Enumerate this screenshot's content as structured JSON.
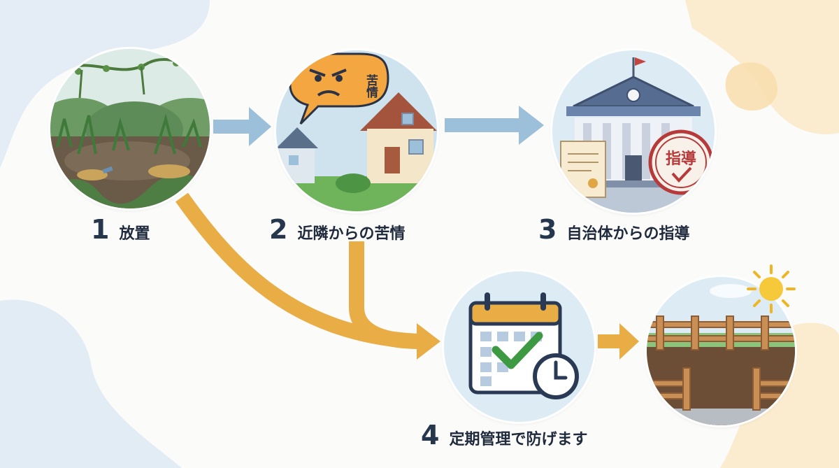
{
  "steps": [
    {
      "number": "1",
      "label": "放置"
    },
    {
      "number": "2",
      "label": "近隣からの苦情"
    },
    {
      "number": "3",
      "label": "自治体からの指導"
    },
    {
      "number": "4",
      "label": "定期管理で防げます"
    }
  ],
  "badges": {
    "complaint": "苦情",
    "guidance": "指導"
  },
  "colors": {
    "blue_arrow": "#9cc0da",
    "orange_arrow": "#e9ad45",
    "text": "#1f2b3d",
    "badge_red": "#b73a3a"
  },
  "icons": {
    "step1": "overgrown-land-illustration",
    "step2": "angry-neighbor-house-illustration",
    "step3": "city-hall-guidance-illustration",
    "step4": "calendar-check-clock-icon",
    "step5": "clean-land-fence-sun-illustration"
  }
}
